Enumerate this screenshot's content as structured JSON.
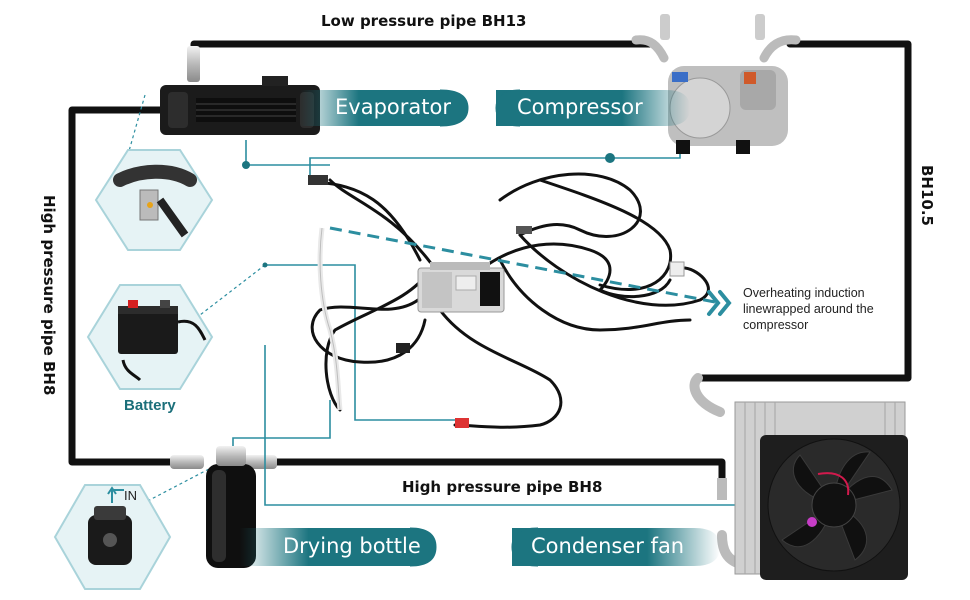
{
  "pipes": {
    "low_pressure_top": "Low pressure pipe BH13",
    "high_pressure_left": "High pressure pipe BH8",
    "high_pressure_bottom": "High pressure pipe BH8",
    "right_pipe": "BH10.5"
  },
  "components": {
    "evaporator": "Evaporator",
    "compressor": "Compressor",
    "drying_bottle": "Drying bottle",
    "condenser_fan": "Condenser fan",
    "battery": "Battery"
  },
  "annotations": {
    "overheating_note": [
      "Overheating induction",
      "linewrapped around the",
      "compressor"
    ],
    "in_label": "IN"
  },
  "colors": {
    "accent": "#1b6f7a",
    "tag_fill": "#1c7580",
    "hex_fill": "#e6f3f5",
    "hex_stroke": "#a9d3da",
    "pipe": "#111111",
    "wire": "#2c8ea0"
  }
}
